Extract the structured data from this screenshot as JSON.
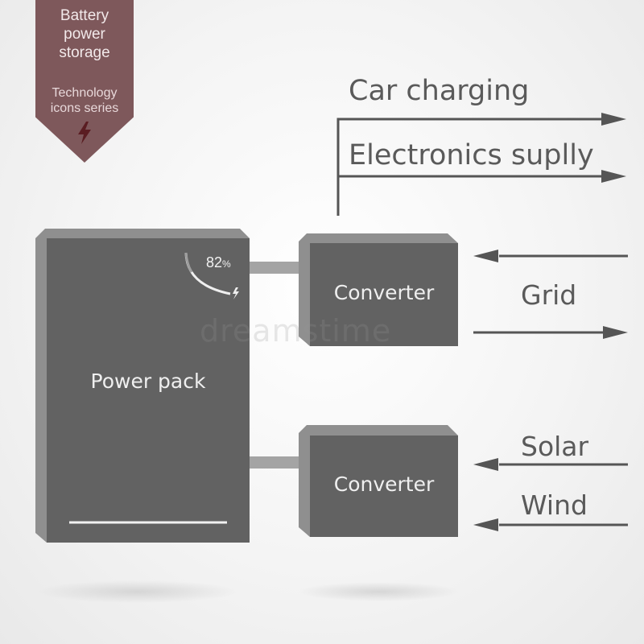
{
  "badge": {
    "title": "Battery\npower\nstorage",
    "subtitle": "Technology\nicons series",
    "icon": "lightning-bolt-icon"
  },
  "outputs": {
    "car_charging": "Car charging",
    "electronics_supply": "Electronics suplly"
  },
  "inputs": {
    "grid": "Grid",
    "solar": "Solar",
    "wind": "Wind"
  },
  "power_pack": {
    "label": "Power pack",
    "charge_value": "82",
    "charge_unit": "%",
    "charge_fraction": 0.82
  },
  "converters": [
    {
      "label": "Converter"
    },
    {
      "label": "Converter"
    }
  ],
  "watermark": "dreamstime",
  "colors": {
    "box_dark": "#626262",
    "box_side": "#9a9a9a",
    "line": "#555555",
    "badge": "#7e585b"
  }
}
